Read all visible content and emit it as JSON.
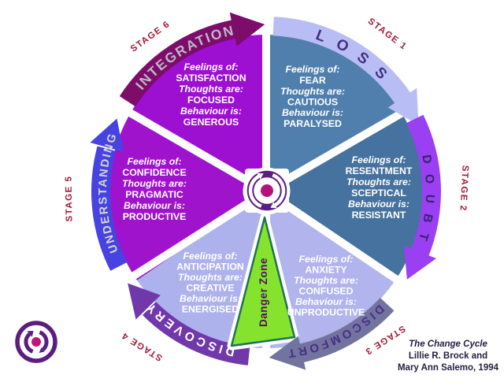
{
  "caption": {
    "line1": "The Change  Cycle",
    "line2": "Lillie R. Brock and",
    "line3": "Mary Ann Salemo, 1994"
  },
  "labels": {
    "feelings": "Feelings of:",
    "thoughts": "Thoughts are:",
    "behaviour": "Behaviour is:"
  },
  "danger_zone": {
    "label": "Danger Zone"
  },
  "stages": [
    {
      "stage": "STAGE 1",
      "name": "LOSS",
      "feeling": "FEAR",
      "thought": "CAUTIOUS",
      "behaviour": "PARALYSED"
    },
    {
      "stage": "STAGE 2",
      "name": "DOUBT",
      "feeling": "RESENTMENT",
      "thought": "SCEPTICAL",
      "behaviour": "RESISTANT"
    },
    {
      "stage": "STAGE 3",
      "name": "DISCOMFORT",
      "feeling": "ANXIETY",
      "thought": "CONFUSED",
      "behaviour": "UNPRODUCTIVE"
    },
    {
      "stage": "STAGE 4",
      "name": "DISCOVERY",
      "feeling": "ANTICIPATION",
      "thought": "CREATIVE",
      "behaviour": "ENERGISED"
    },
    {
      "stage": "STAGE 5",
      "name": "UNDERSTANDING",
      "feeling": "CONFIDENCE",
      "thought": "PRAGMATIC",
      "behaviour": "PRODUCTIVE"
    },
    {
      "stage": "STAGE 6",
      "name": "INTEGRATION",
      "feeling": "SATISFACTION",
      "thought": "FOCUSED",
      "behaviour": "GENEROUS"
    }
  ],
  "colors": {
    "stage1_wedge": "#507fae",
    "stage2_wedge": "#45729e",
    "stage3_wedge": "#b1b4ed",
    "stage4_wedge": "#aeb2ec",
    "stage5_wedge": "#a013cc",
    "stage6_wedge": "#9d10d2",
    "loss_band": "#b9bdf5",
    "doubt_band": "#9a3ff2",
    "discomfort_band": "#73739f",
    "discovery_band": "#7138ab",
    "understanding_band": "#4743e3",
    "integration_band": "#7e0c6b",
    "danger_green": "#86e32d",
    "danger_border": "#1d7257",
    "stage_label": "#a01c38",
    "wedge_text": "#ffffff",
    "center_icon_purple": "#5b1d80",
    "center_icon_magenta": "#b5137b",
    "caption_text": "#241d42"
  }
}
